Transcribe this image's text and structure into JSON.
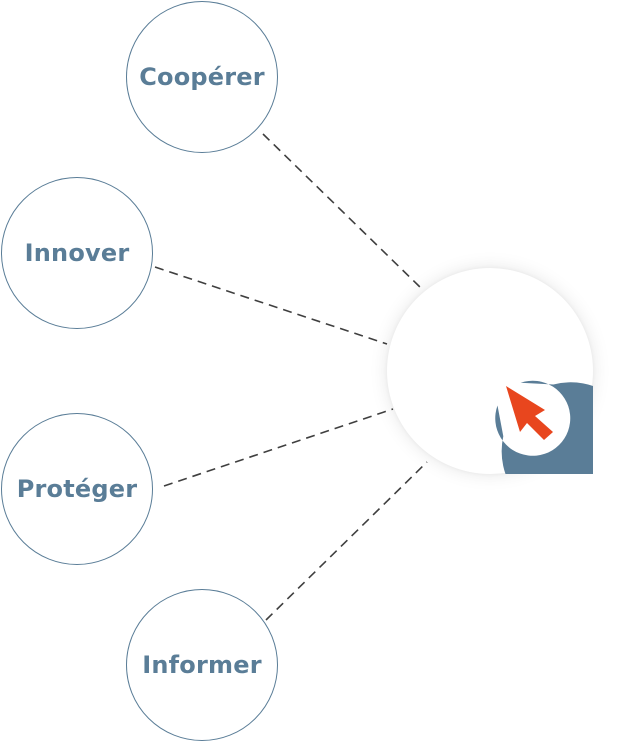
{
  "diagram": {
    "nodes": [
      {
        "label": "Coopérer"
      },
      {
        "label": "Innover"
      },
      {
        "label": "Protéger"
      },
      {
        "label": "Informer"
      }
    ],
    "hub": {
      "icon": "target-cursor-logo-icon",
      "ring_color": "#5a7d97",
      "cursor_color": "#e8461e"
    },
    "colors": {
      "node_border": "#5a7d97",
      "node_text": "#5a7d97",
      "connector": "#3f3f3f"
    }
  }
}
